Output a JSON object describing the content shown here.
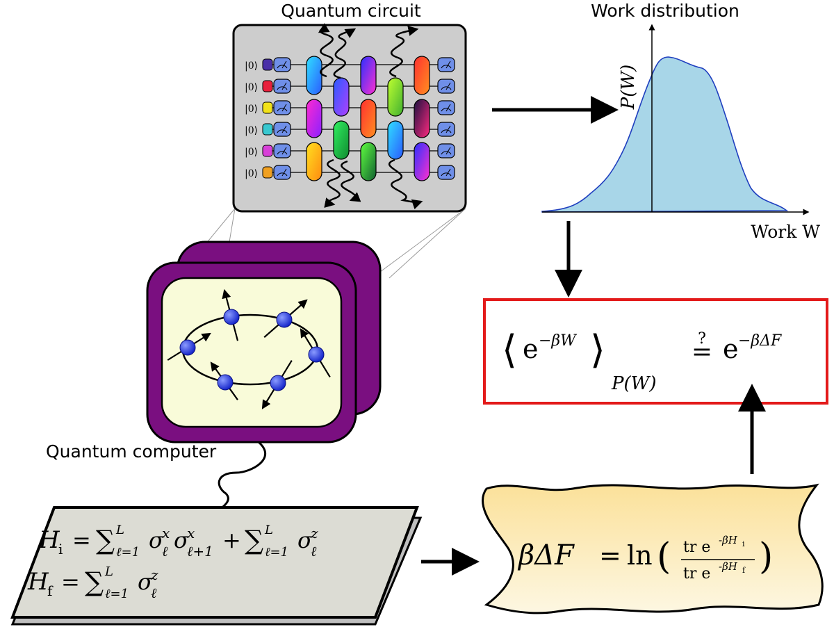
{
  "circuit": {
    "title": "Quantum circuit",
    "qubit_label": "|0⟩",
    "qubit_colors": [
      "#4a2fa8",
      "#e8203c",
      "#f2e21a",
      "#38c8d0",
      "#d840d8",
      "#f0a020"
    ]
  },
  "distribution": {
    "title": "Work distribution",
    "y_axis_label": "P(W)",
    "x_axis_label": "Work W",
    "fill_color": "#a8d6e8",
    "curve_color": "#1f3fbf"
  },
  "equality": {
    "lhs_bracket_open": "⟨",
    "lhs_base": "e",
    "lhs_exp": "−βW",
    "lhs_bracket_close": "⟩",
    "lhs_subscript": "P(W)",
    "relation": "=",
    "relation_mark": "?",
    "rhs_base": "e",
    "rhs_exp": "−βΔF",
    "border_color": "#e31a1a"
  },
  "computer": {
    "label": "Quantum computer",
    "frame_color": "#7a0f80",
    "screen_color": "#f9fbd9",
    "spin_color": "#2233dd"
  },
  "hamiltonian": {
    "line1": "H_i = Σ_{ℓ=1}^{L} σ_ℓ^x σ_{ℓ+1}^x + Σ_{ℓ=1}^{L} σ_ℓ^z",
    "line2": "H_f = Σ_{ℓ=1}^{L} σ_ℓ^z",
    "Hi_symbol": "H",
    "Hi_sub": "i",
    "Hf_symbol": "H",
    "Hf_sub": "f",
    "sum_symbol": "∑",
    "sum_lower": "ℓ=1",
    "sum_upper": "L",
    "sigma": "σ",
    "ell": "ℓ",
    "ell_plus_one": "ℓ+1",
    "x": "x",
    "z": "z",
    "equals": "=",
    "plus": "+"
  },
  "free_energy": {
    "lhs": "βΔF",
    "equals": "=",
    "ln": "ln",
    "numerator": "tr e",
    "numerator_exp": "-βH",
    "numerator_sub": "i",
    "denominator": "tr e",
    "denominator_exp": "-βH",
    "denominator_sub": "f",
    "scroll_color": "#fbe9a4"
  }
}
